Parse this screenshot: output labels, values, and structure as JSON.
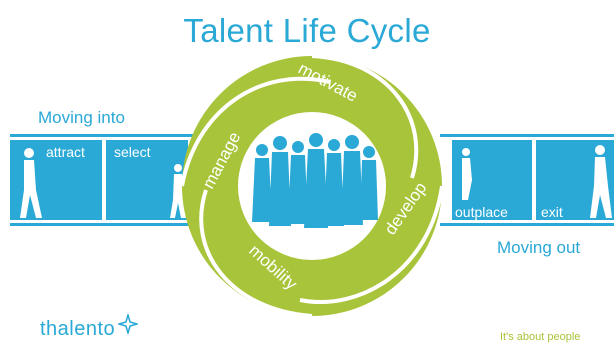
{
  "title": "Talent Life Cycle",
  "moving_into": "Moving into",
  "moving_out": "Moving out",
  "left_boxes": [
    "attract",
    "select"
  ],
  "right_boxes": [
    "outplace",
    "exit"
  ],
  "cycle_stages": [
    "motivate",
    "develop",
    "mobility",
    "manage"
  ],
  "brand": "thalento",
  "tagline": "It's about people",
  "colors": {
    "blue": "#2aa8d6",
    "green": "#a8c43a",
    "white": "#ffffff"
  },
  "icons": {
    "center": "people-group-icon",
    "left_walker": "walking-person-icon",
    "right_walker": "walking-person-icon",
    "brand_mark": "star-mark-icon"
  }
}
